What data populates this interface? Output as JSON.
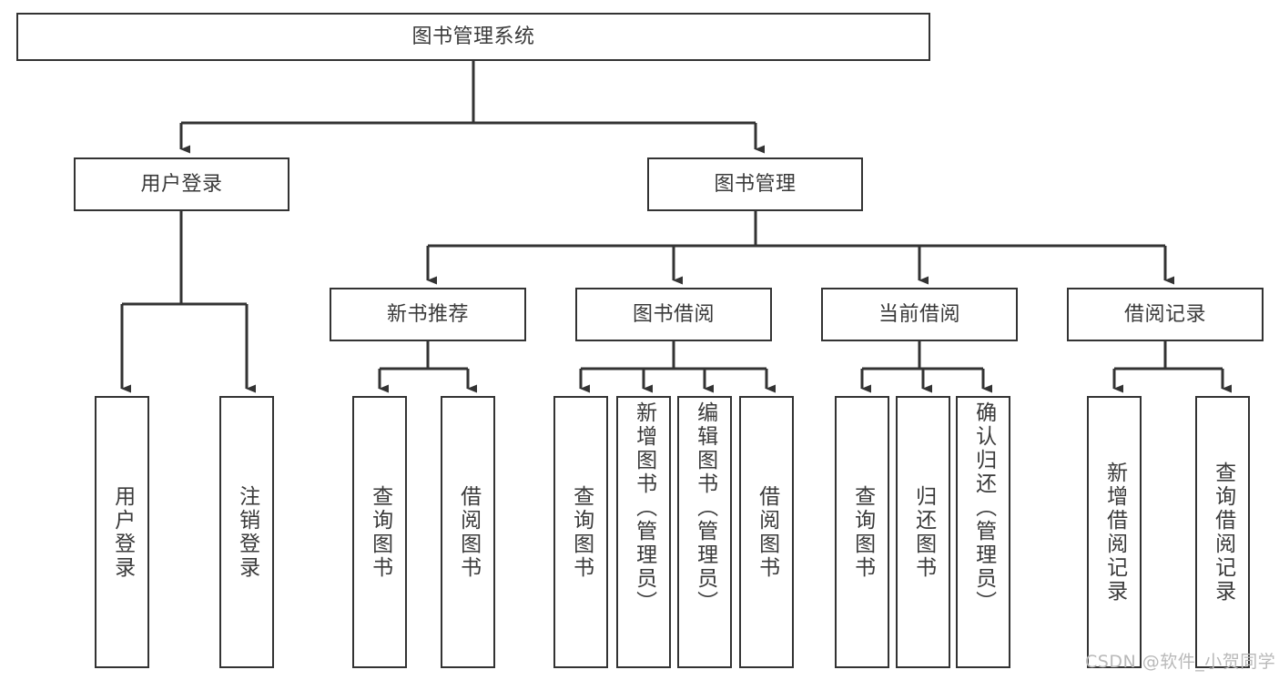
{
  "diagram": {
    "title": "图书管理系统",
    "type": "tree",
    "orientation": "top-down",
    "line_color": "#333333",
    "box_fill": "#ffffff",
    "text_color": "#3a3a3a",
    "nodes": {
      "root": {
        "label": "图书管理系统",
        "level": 1
      },
      "login": {
        "label": "用户登录",
        "level": 2
      },
      "bookmgmt": {
        "label": "图书管理",
        "level": 2
      },
      "newbook": {
        "label": "新书推荐",
        "level": 3
      },
      "borrow": {
        "label": "图书借阅",
        "level": 3
      },
      "current": {
        "label": "当前借阅",
        "level": 3
      },
      "records": {
        "label": "借阅记录",
        "level": 3
      },
      "login_user": {
        "label": "用户登录",
        "level": 3
      },
      "login_out": {
        "label": "注销登录",
        "level": 3
      },
      "newbook_query": {
        "label": "查询图书",
        "level": 4
      },
      "newbook_borrow": {
        "label": "借阅图书",
        "level": 4
      },
      "borrow_query": {
        "label": "查询图书",
        "level": 4
      },
      "borrow_add": {
        "label": "新增图书（管理员）",
        "level": 4
      },
      "borrow_edit": {
        "label": "编辑图书（管理员）",
        "level": 4
      },
      "borrow_lend": {
        "label": "借阅图书",
        "level": 4
      },
      "current_query": {
        "label": "查询图书",
        "level": 4
      },
      "current_return": {
        "label": "归还图书",
        "level": 4
      },
      "current_confirm": {
        "label": "确认归还（管理员）",
        "level": 4
      },
      "records_add": {
        "label": "新增借阅记录",
        "level": 4
      },
      "records_query": {
        "label": "查询借阅记录",
        "level": 4
      }
    },
    "edges": [
      {
        "from": "root",
        "to": "login"
      },
      {
        "from": "root",
        "to": "bookmgmt"
      },
      {
        "from": "login",
        "to": "login_user"
      },
      {
        "from": "login",
        "to": "login_out"
      },
      {
        "from": "bookmgmt",
        "to": "newbook"
      },
      {
        "from": "bookmgmt",
        "to": "borrow"
      },
      {
        "from": "bookmgmt",
        "to": "current"
      },
      {
        "from": "bookmgmt",
        "to": "records"
      },
      {
        "from": "newbook",
        "to": "newbook_query"
      },
      {
        "from": "newbook",
        "to": "newbook_borrow"
      },
      {
        "from": "borrow",
        "to": "borrow_query"
      },
      {
        "from": "borrow",
        "to": "borrow_add"
      },
      {
        "from": "borrow",
        "to": "borrow_edit"
      },
      {
        "from": "borrow",
        "to": "borrow_lend"
      },
      {
        "from": "current",
        "to": "current_query"
      },
      {
        "from": "current",
        "to": "current_return"
      },
      {
        "from": "current",
        "to": "current_confirm"
      },
      {
        "from": "records",
        "to": "records_add"
      },
      {
        "from": "records",
        "to": "records_query"
      }
    ]
  },
  "watermark": {
    "text": "CSDN @软件_小贺同学"
  }
}
